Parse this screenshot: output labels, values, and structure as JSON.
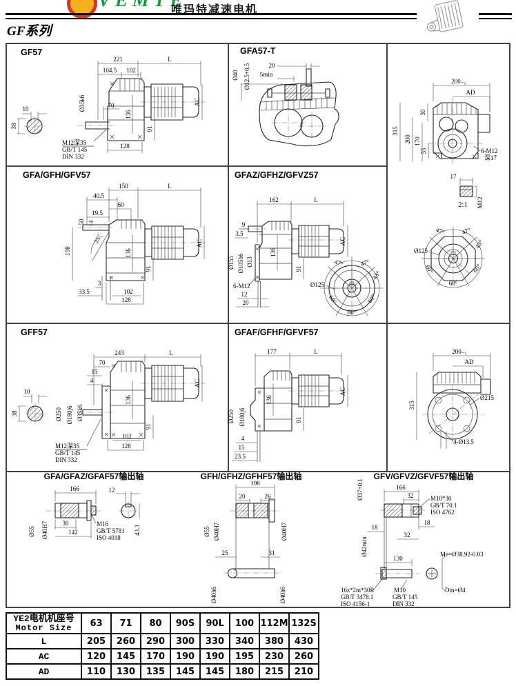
{
  "header": {
    "brand": "VEMTE",
    "brand_cn": "唯玛特减速电机",
    "series_title": "GF系列"
  },
  "panels": {
    "gf57": {
      "title": "GF57",
      "d221": "221",
      "L": "L",
      "d1045": "104.5",
      "d102": "102",
      "d70": "70",
      "d10": "10",
      "d38": "38",
      "d35": "Ø35k6",
      "d136": "136",
      "d91": "91",
      "d128": "128",
      "ac": "AC",
      "n1": "M12深35",
      "n2": "GB/T 145",
      "n3": "DIN 332"
    },
    "gfa57t": {
      "title": "GFA57-T",
      "d20": "20",
      "d5": "5min",
      "d40": "Ø40",
      "d125": "Ø12.5+0.5"
    },
    "rear": {
      "w": "200₋₁",
      "ad": "AD",
      "d30": "30",
      "d315": "315",
      "d200": "200",
      "d170": "170",
      "d55": "55",
      "n1": "6-M12",
      "n2": "深17",
      "d17": "17",
      "scale": "2:1",
      "m12": "M12",
      "dia": "Ø125",
      "a1": "47°",
      "a2": "47°",
      "a3": "43°",
      "a4": "60°",
      "a5": "60°",
      "a6": "60°"
    },
    "gfa": {
      "title": "GFA/GFH/GFV57",
      "d150": "150",
      "L": "L",
      "d405": "40.5",
      "d60": "60",
      "d195": "19.5",
      "d50": "50",
      "d14": "14",
      "ang": "25°",
      "d198": "198",
      "d136": "136",
      "d91": "91",
      "d3": "3",
      "d335": "33.5",
      "d102": "102",
      "d128": "128",
      "ac": "AC"
    },
    "gfaz": {
      "title": "GFAZ/GFHZ/GFVZ57",
      "d162": "162",
      "L": "L",
      "d9": "9",
      "d35": "3.5",
      "d155": "Ø155",
      "d105": "Ø105h6",
      "d13": "Ø13",
      "d136": "136",
      "d91": "91",
      "n1": "6-M12",
      "d12": "12",
      "d20": "20",
      "ac": "AC",
      "dia": "Ø125",
      "a1": "47°",
      "a2": "47°",
      "a3": "43°",
      "a4": "60°",
      "a5": "60°",
      "a6": "60°"
    },
    "gff": {
      "title": "GFF57",
      "d243": "243",
      "L": "L",
      "d70": "70",
      "d15": "15",
      "d4": "4",
      "d10": "10",
      "d38": "38",
      "d250": "Ø250",
      "d180": "Ø180j6",
      "d35": "Ø35k6",
      "d136": "136",
      "d91": "91",
      "d102": "102",
      "d128": "128",
      "ac": "AC",
      "n1": "M12深35",
      "n2": "GB/T 145",
      "n3": "DIN 332"
    },
    "gfaf": {
      "title": "GFAF/GFHF/GFVF57",
      "d177": "177",
      "L": "L",
      "d250": "Ø250",
      "d180": "Ø180j6",
      "d136": "136",
      "d91": "91",
      "d4": "4",
      "d15": "15",
      "d235": "23.5",
      "ac": "AC"
    },
    "flange": {
      "w": "200₋₁",
      "ad": "AD",
      "d315": "315",
      "d215": "Ø215",
      "holes": "4-Ø13.5"
    },
    "shaft_a": {
      "title": "GFA/GFAZ/GFAF57输出轴",
      "d166": "166",
      "d12": "12",
      "d55": "Ø55",
      "d40": "Ø40H7",
      "d30": "30",
      "d142": "142",
      "d433": "43.3",
      "n1": "M16",
      "n2": "GB/T 5781",
      "n3": "ISO 4018"
    },
    "shaft_h": {
      "title": "GFH/GFHZ/GFHF57输出轴",
      "d198": "198",
      "d20": "20",
      "d26": "26",
      "d55": "Ø55",
      "d40a": "Ø40H7",
      "d40b": "Ø40H7",
      "d25": "25",
      "d31": "31",
      "d40c": "Ø40h6",
      "d40d": "Ø40h6"
    },
    "shaft_v": {
      "title": "GFV/GFVZ/GFVF57输出轴",
      "d166": "166",
      "d32a": "32",
      "d18a": "18",
      "d18b": "18",
      "d32b": "32",
      "d37": "Ø37+0.1",
      "d42": "Ø42min",
      "d130": "130",
      "me": "Me=Ø38.92-0.03",
      "dm": "Dm=Ø4",
      "n1": "M10*30",
      "n2": "GB/T 70.1",
      "n3": "ISO 4762",
      "n4": "16z*2m*30R",
      "n5": "GB/T 3478.1",
      "n6": "ISO 4156-1",
      "n7": "M10",
      "n8": "GB/T 145",
      "n9": "DIN 332"
    }
  },
  "table": {
    "header_cn": "YE2电机机座号",
    "header_en": "Motor Size",
    "columns": [
      "63",
      "71",
      "80",
      "90S",
      "90L",
      "100",
      "112M",
      "132S"
    ],
    "rows": [
      {
        "label": "L",
        "values": [
          "205",
          "260",
          "290",
          "300",
          "330",
          "340",
          "380",
          "430"
        ]
      },
      {
        "label": "AC",
        "values": [
          "120",
          "145",
          "170",
          "190",
          "190",
          "195",
          "230",
          "260"
        ]
      },
      {
        "label": "AD",
        "values": [
          "110",
          "130",
          "135",
          "145",
          "145",
          "180",
          "215",
          "210"
        ]
      }
    ]
  }
}
